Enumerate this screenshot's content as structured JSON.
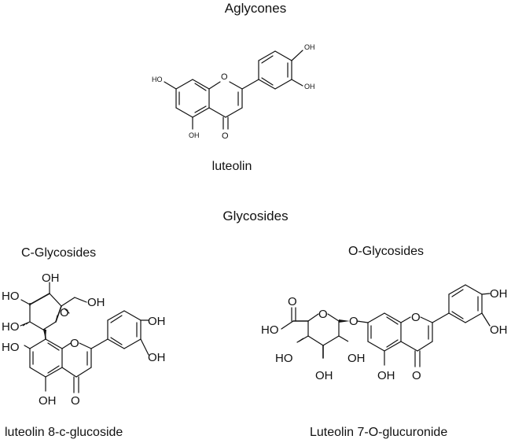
{
  "headings": {
    "aglycones": "Aglycones",
    "glycosides": "Glycosides",
    "c_glycosides": "C-Glycosides",
    "o_glycosides": "O-Glycosides"
  },
  "molecules": {
    "luteolin": {
      "name": "luteolin",
      "labels": {
        "oh_7": "HO",
        "oh_5": "OH",
        "ring_o": "O",
        "carbonyl_o": "O",
        "oh_3p": "OH",
        "oh_4p": "OH"
      }
    },
    "c_glucoside": {
      "name": "luteolin 8-c-glucoside",
      "labels": {
        "oh_top": "OH",
        "oh_left": "HO",
        "oh_ch2": "OH",
        "oh_low": "HO",
        "sugar_o": "O",
        "oh_7": "HO",
        "ring_o": "O",
        "oh_5": "OH",
        "carbonyl_o": "O",
        "oh_3p": "OH",
        "oh_4p": "OH"
      }
    },
    "o_glucuronide": {
      "name": "Luteolin 7-O-glucuronide",
      "labels": {
        "carbonyl_o": "O",
        "acid_oh": "HO",
        "sugar_o": "O",
        "link_o": "O",
        "oh_2": "OH",
        "oh_3": "OH",
        "oh_4": "HO",
        "ring_o": "O",
        "oh_5": "OH",
        "carbonyl_o2": "O",
        "oh_3p": "OH",
        "oh_4p": "OH"
      }
    }
  }
}
